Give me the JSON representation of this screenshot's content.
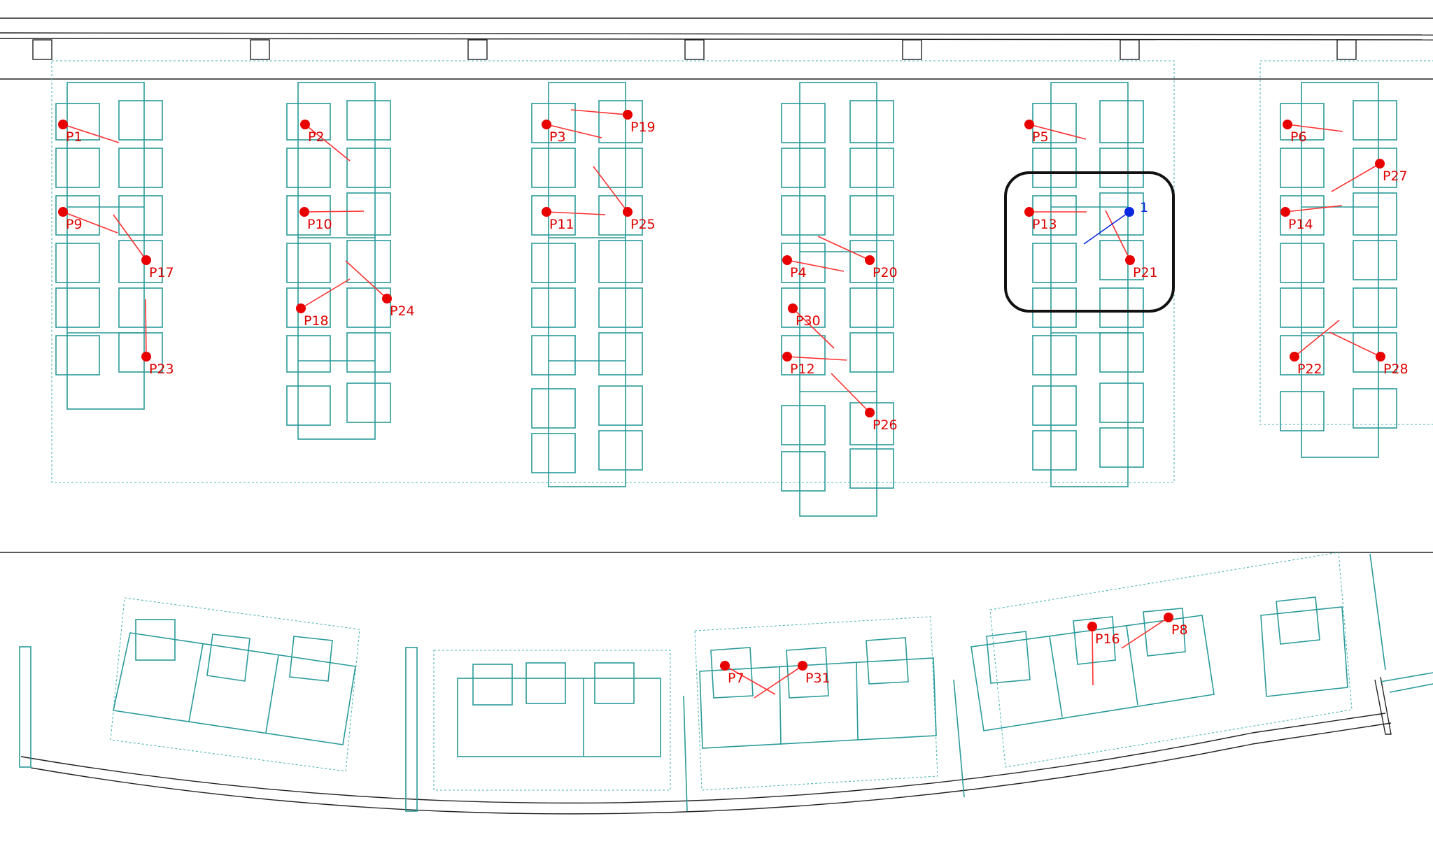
{
  "colors": {
    "furniture": "#2a9a9a",
    "point": "#e80000",
    "highlight_point": "#0a28e0",
    "walls": "#222222",
    "selection_box": "#111111"
  },
  "points": [
    {
      "label": "P1"
    },
    {
      "label": "P2"
    },
    {
      "label": "P3"
    },
    {
      "label": "P19"
    },
    {
      "label": "P5"
    },
    {
      "label": "P6"
    },
    {
      "label": "P27"
    },
    {
      "label": "P9"
    },
    {
      "label": "P10"
    },
    {
      "label": "P11"
    },
    {
      "label": "P25"
    },
    {
      "label": "P13"
    },
    {
      "label": "P14"
    },
    {
      "label": "P17"
    },
    {
      "label": "P4"
    },
    {
      "label": "P20"
    },
    {
      "label": "P21"
    },
    {
      "label": "P18"
    },
    {
      "label": "P24"
    },
    {
      "label": "P30"
    },
    {
      "label": "P23"
    },
    {
      "label": "P12"
    },
    {
      "label": "P22"
    },
    {
      "label": "P28"
    },
    {
      "label": "P26"
    },
    {
      "label": "P7"
    },
    {
      "label": "P31"
    },
    {
      "label": "P16"
    },
    {
      "label": "P8"
    }
  ],
  "selected_point": {
    "label": "1"
  }
}
